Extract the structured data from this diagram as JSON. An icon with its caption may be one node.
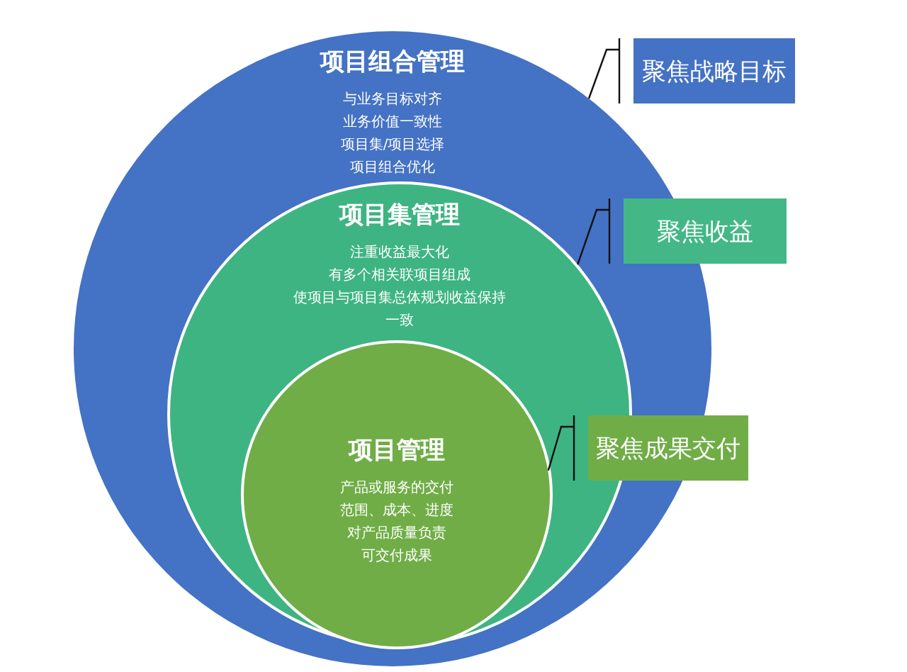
{
  "diagram": {
    "nodes": [
      {
        "text": [
          "项目组合管理",
          "与业务目标对齐",
          "业务价值一致性",
          "项目集/项目选择",
          "项目组合优化"
        ]
      },
      {
        "text": [
          "项目集管理",
          "注重收益最大化",
          "有多个相关联项目组成",
          "使项目与项目集总体规划收益保持一致"
        ],
        "in": 0
      },
      {
        "text": [
          "项目管理",
          "产品或服务的交付",
          "范围、成本、进度",
          "对产品质量负责",
          "可交付成果"
        ],
        "in": 1
      },
      {
        "text": [
          "聚焦战略目标"
        ]
      },
      {
        "text": [
          "聚焦收益"
        ]
      },
      {
        "text": [
          "聚焦成果交付"
        ]
      }
    ],
    "edges": [
      {
        "from": 3,
        "to": 0,
        "arrow": "none"
      },
      {
        "from": 4,
        "to": 1,
        "arrow": "none"
      },
      {
        "from": 5,
        "to": 2,
        "arrow": "none"
      }
    ]
  }
}
